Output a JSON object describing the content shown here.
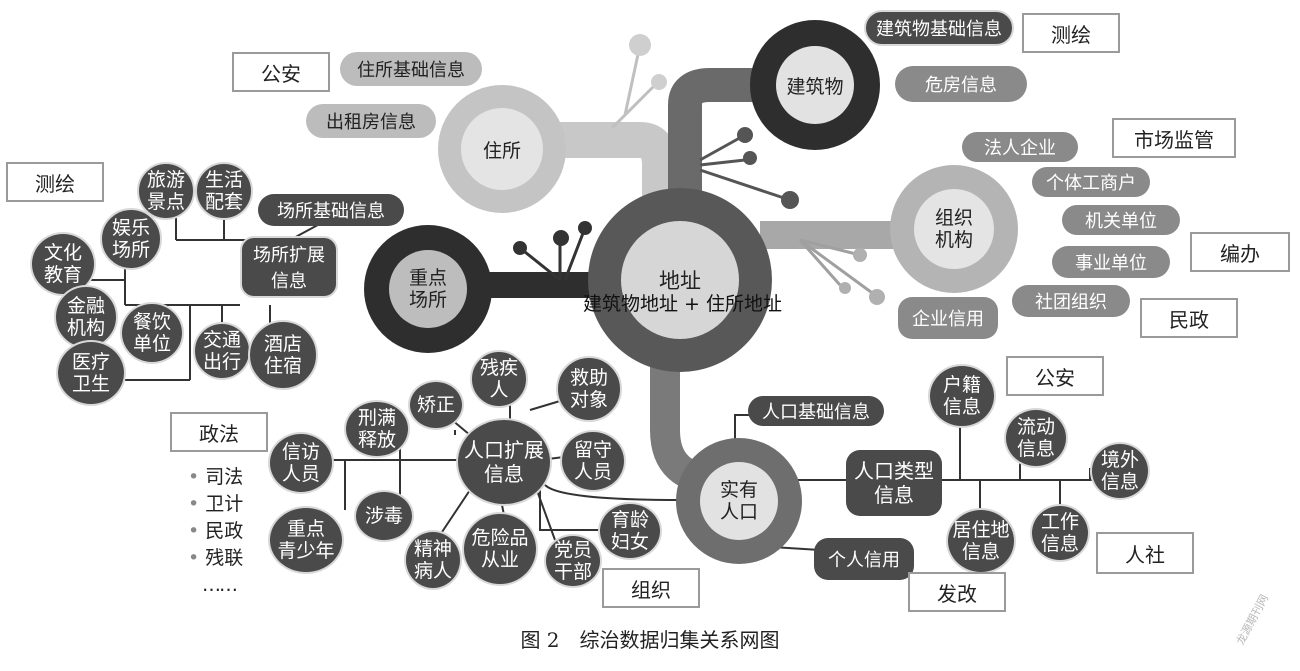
{
  "center": {
    "title": "地址",
    "subtitle": "建筑物地址 + 住所地址"
  },
  "branches": {
    "residence": "住所",
    "building": "建筑物",
    "org": "组织\n机构",
    "venue": "重点\n场所",
    "population": "实有\n人口"
  },
  "residence_items": [
    "住所基础信息",
    "出租房信息"
  ],
  "building_items": [
    "建筑物基础信息",
    "危房信息"
  ],
  "org_items": [
    "法人企业",
    "个体工商户",
    "机关单位",
    "事业单位",
    "社团组织",
    "企业信用"
  ],
  "venue_items": {
    "base": "场所基础信息",
    "ext": "场所扩展\n信息",
    "subs": [
      "旅游\n景点",
      "生活\n配套",
      "娱乐\n场所",
      "文化\n教育",
      "金融\n机构",
      "餐饮\n单位",
      "交通\n出行",
      "酒店\n住宿",
      "医疗\n卫生"
    ]
  },
  "population_items": {
    "base": "人口基础信息",
    "ext": "人口扩展\n信息",
    "ext_subs": [
      "残疾\n人",
      "救助\n对象",
      "矫正",
      "刑满\n释放",
      "信访\n人员",
      "留守\n人员",
      "涉毒",
      "重点\n青少年",
      "精神\n病人",
      "危险品\n从业",
      "党员\n干部",
      "育龄\n妇女"
    ],
    "type": "人口类型\n信息",
    "type_subs": [
      "户籍\n信息",
      "流动\n信息",
      "境外\n信息",
      "居住地\n信息",
      "工作\n信息"
    ],
    "credit": "个人信用"
  },
  "departments": {
    "public_security_top": "公安",
    "surveying_top": "测绘",
    "market": "市场监管",
    "staffing": "编办",
    "civil_affairs": "民政",
    "surveying_left": "测绘",
    "politics_law": "政法",
    "public_security_right": "公安",
    "hr": "人社",
    "organization": "组织",
    "development": "发改"
  },
  "politics_list": [
    "司法",
    "卫计",
    "民政",
    "残联",
    "……"
  ],
  "caption": "图 2　综治数据归集关系网图",
  "watermark": "龙源期刊网"
}
